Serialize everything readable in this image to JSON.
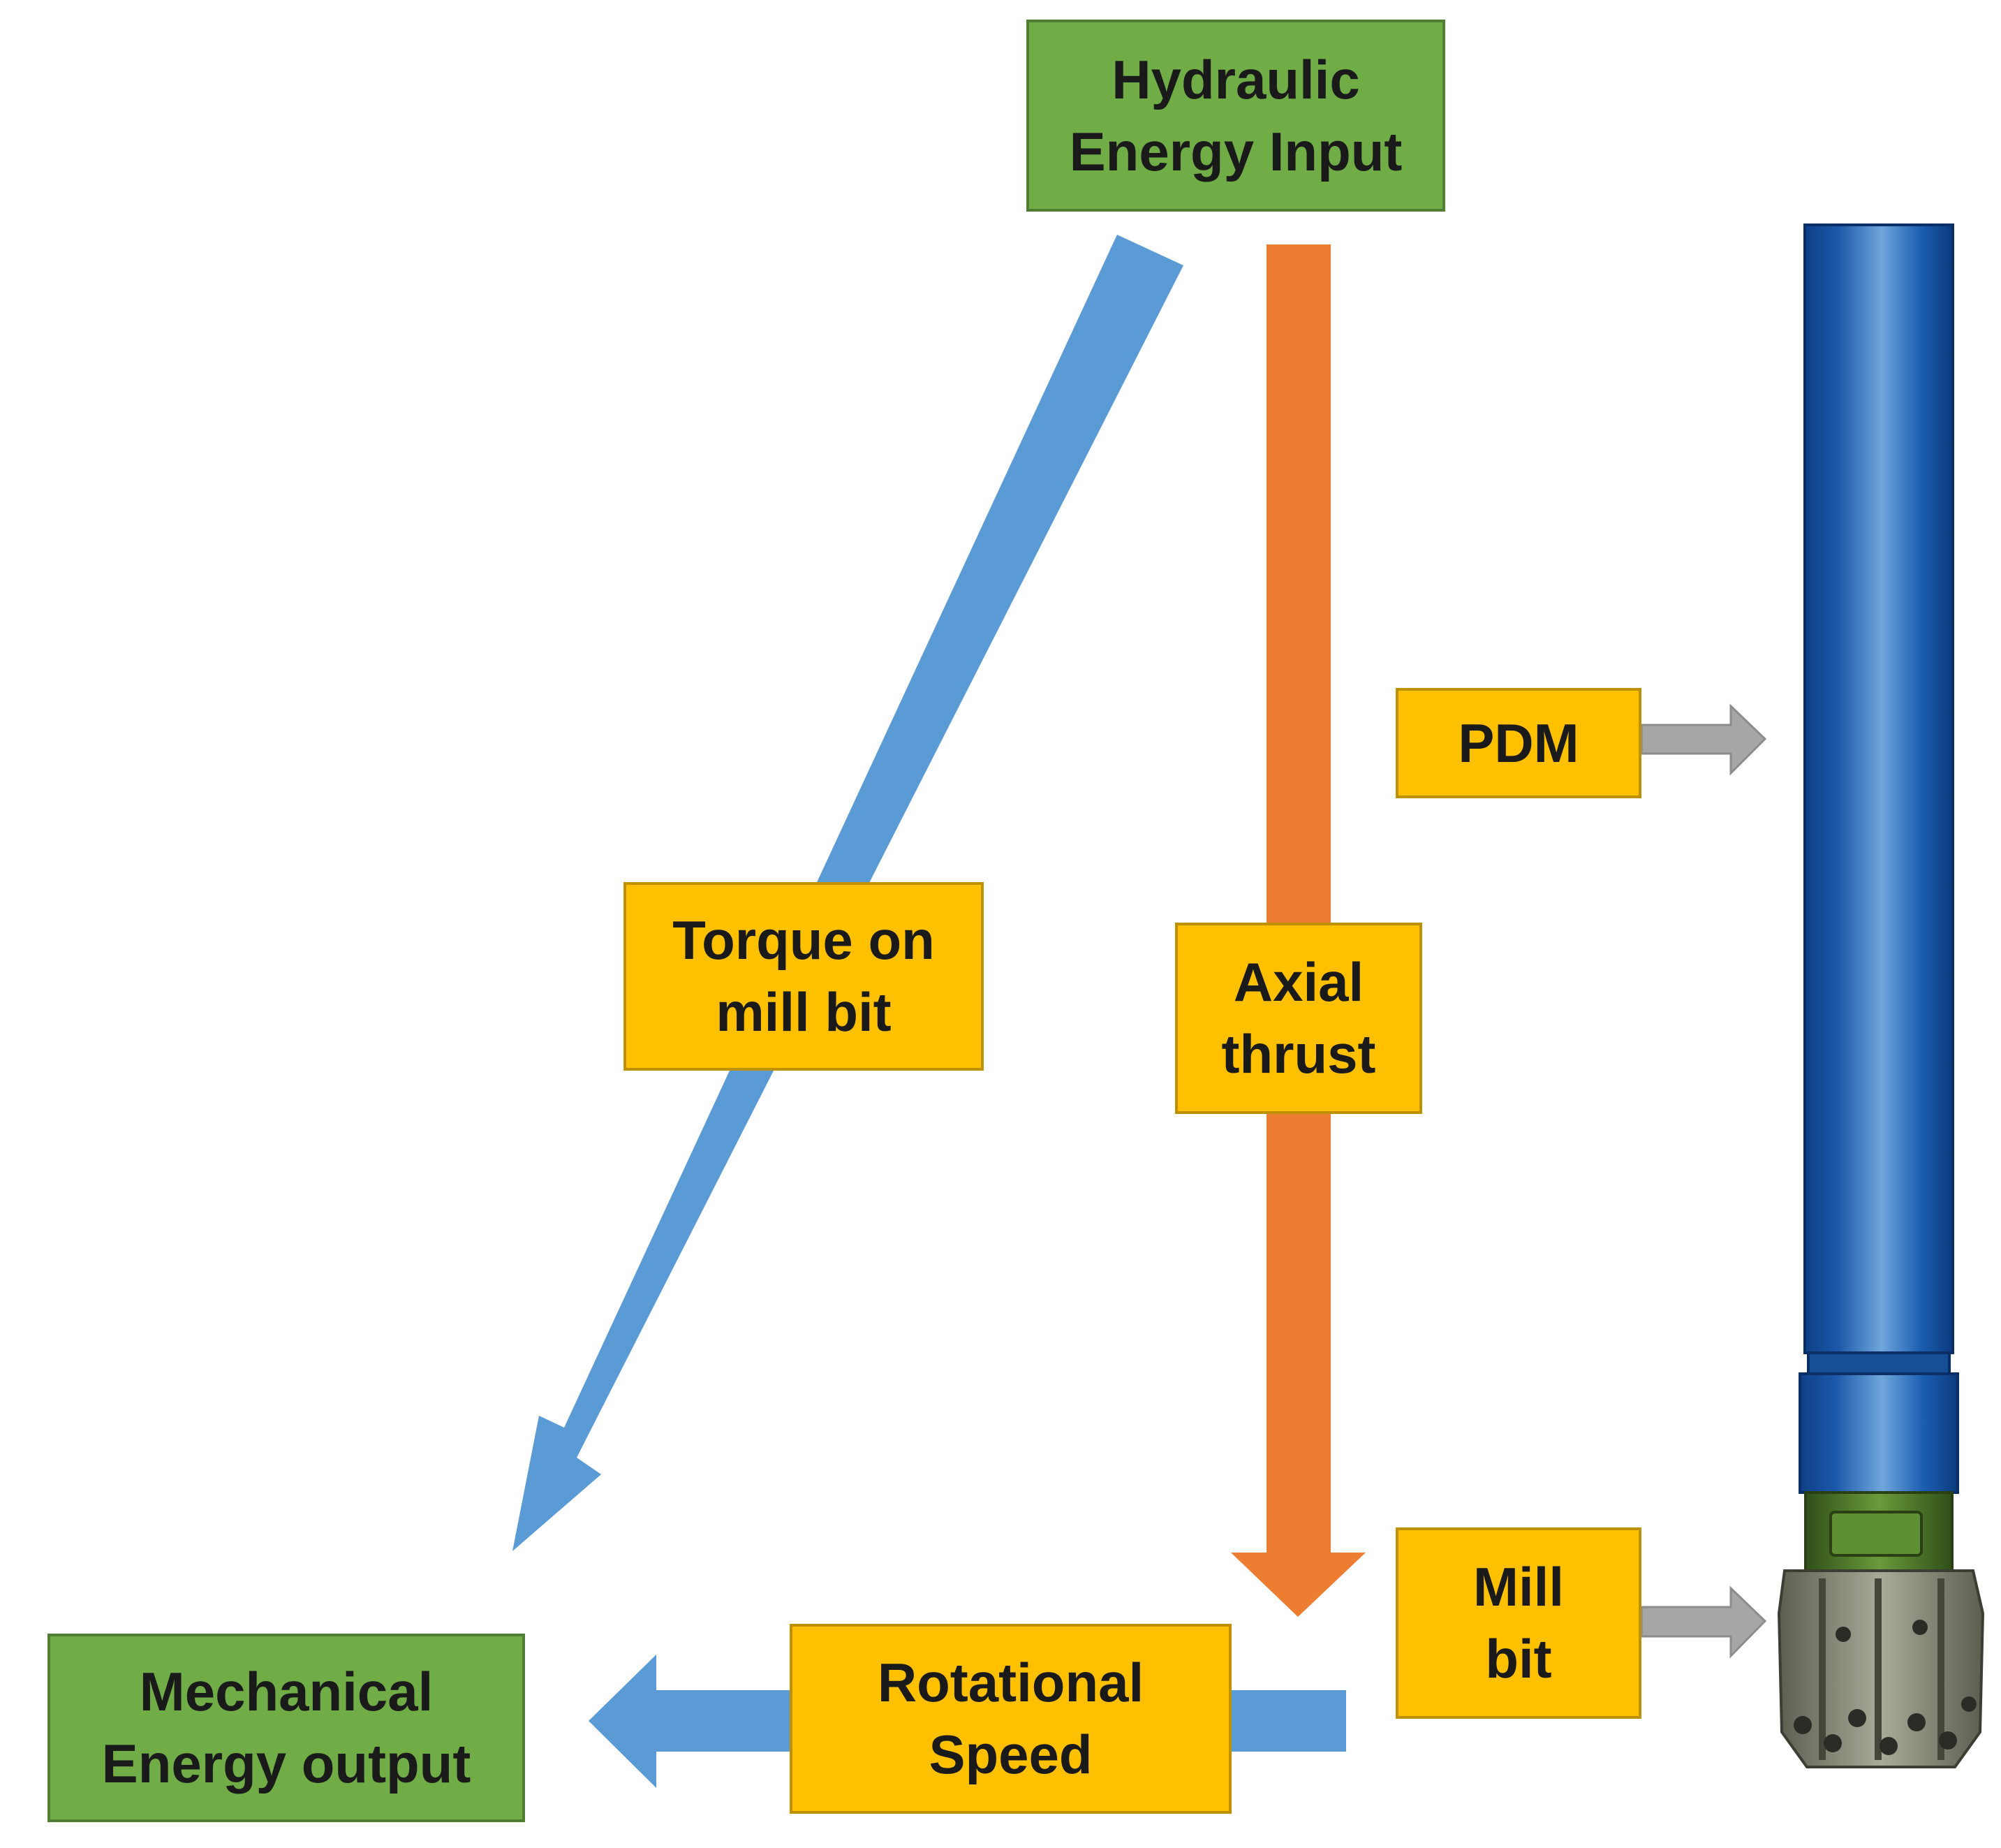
{
  "boxes": {
    "hydraulic_input": "Hydraulic\nEnergy Input",
    "mechanical_output": "Mechanical\nEnergy output",
    "torque": "Torque on\nmill bit",
    "axial_thrust": "Axial\nthrust",
    "rotational_speed": "Rotational\nSpeed",
    "pdm": "PDM",
    "mill_bit": "Mill\nbit"
  },
  "colors": {
    "energy_box": "#70ad47",
    "parameter_box": "#ffc000",
    "torque_arrow": "#5b9bd5",
    "thrust_arrow": "#ed7d31",
    "speed_arrow": "#5b9bd5",
    "pointer_arrow": "#a6a6a6",
    "tool_body": "#1f5fae",
    "bit_body": "#8a8d7a",
    "bit_collar": "#4f7a2a"
  },
  "icons": [
    "pdm-tool-illustration",
    "mill-bit-illustration"
  ]
}
